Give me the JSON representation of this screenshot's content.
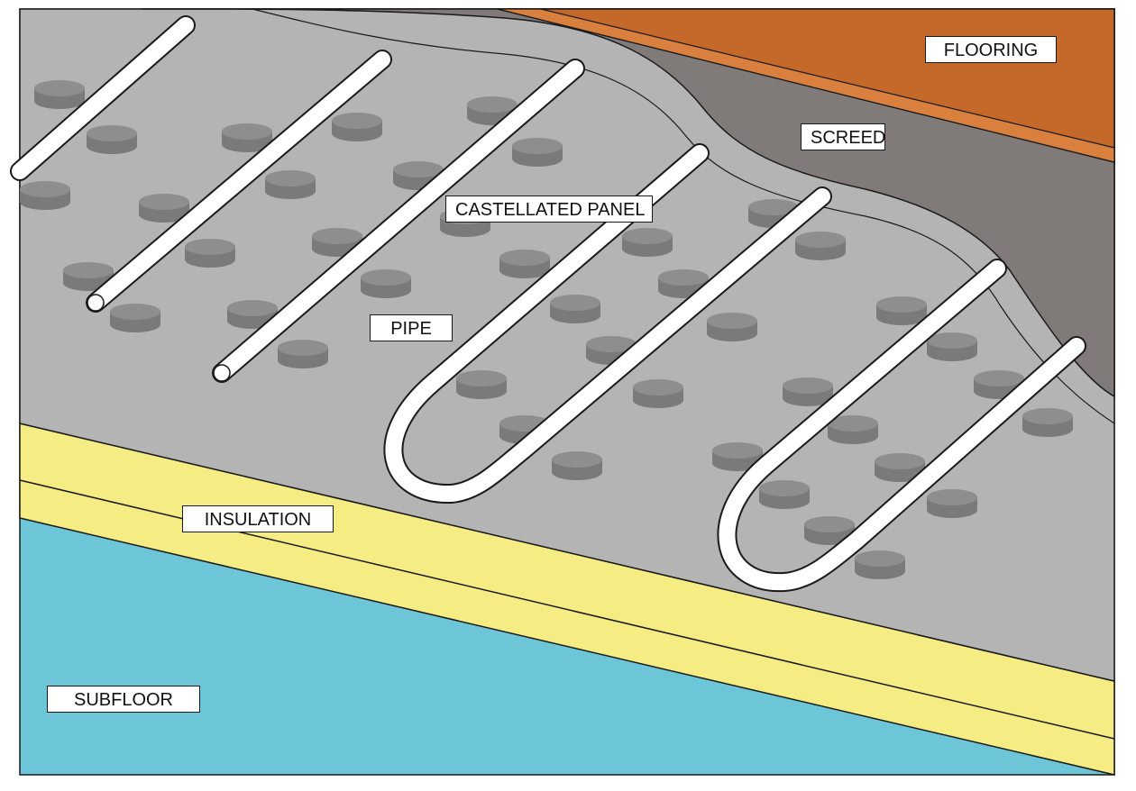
{
  "labels": {
    "flooring": "FLOORING",
    "screed": "SCREED",
    "castellated_panel": "CASTELLATED PANEL",
    "pipe": "PIPE",
    "insulation": "INSULATION",
    "subfloor": "SUBFLOOR"
  },
  "colors": {
    "flooring": "#C4692A",
    "flooring_edge": "#D9803F",
    "screed": "#807A78",
    "panel": "#B4B4B4",
    "stud_top": "#8E8E8E",
    "stud_side": "#7A7A7A",
    "insulation": "#F5EC83",
    "subfloor": "#6CC6D8",
    "pipe": "#FFFFFF",
    "outline": "#1A1A1A"
  }
}
